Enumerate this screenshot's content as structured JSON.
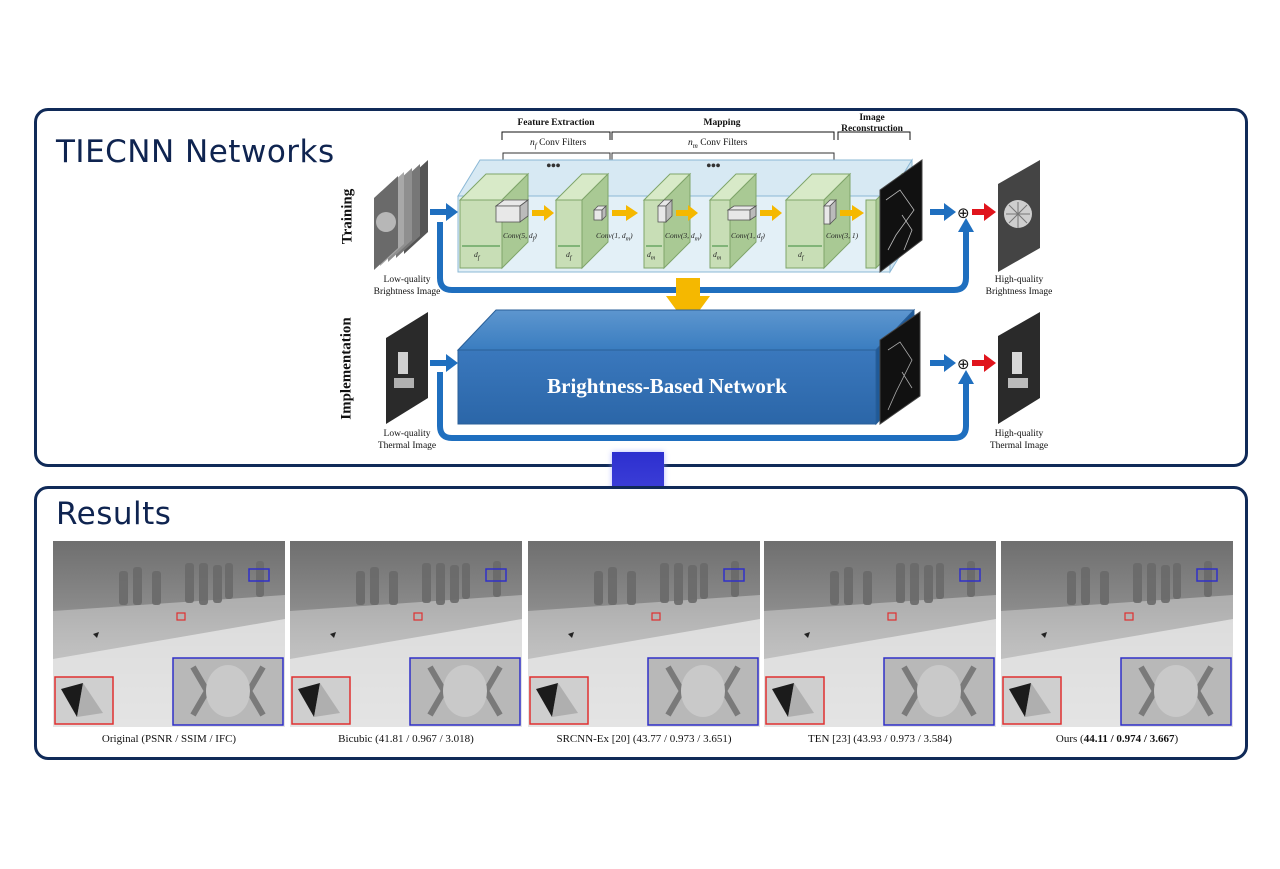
{
  "panels": {
    "top_title": "TIECNN Networks",
    "bottom_title": "Results"
  },
  "diagram": {
    "row_training": "Training",
    "row_implementation": "Implementation",
    "sections": {
      "feature_extraction": "Feature Extraction",
      "mapping": "Mapping",
      "reconstruction_1": "Image",
      "reconstruction_2": "Reconstruction"
    },
    "filters": {
      "feature": "n",
      "feature_sub": "f",
      "feature_suffix": " Conv Filters",
      "mapping": "n",
      "mapping_sub": "m",
      "mapping_suffix": " Conv Filters"
    },
    "ellipsis": "•••",
    "convs": {
      "c1": "Conv(5, d",
      "c1_sub": "f",
      "c2": "Conv(1, d",
      "c2_sub": "m",
      "c3": "Conv(3, d",
      "c3_sub": "m",
      "c4": "Conv(1, d",
      "c4_sub": "f",
      "c5": "Conv(3, 1)"
    },
    "dims": {
      "df": "d",
      "df_sub": "f",
      "dm": "d",
      "dm_sub": "m"
    },
    "labels": {
      "lq_brightness_1": "Low-quality",
      "lq_brightness_2": "Brightness Image",
      "hq_brightness_1": "High-quality",
      "hq_brightness_2": "Brightness Image",
      "lq_thermal_1": "Low-quality",
      "lq_thermal_2": "Thermal Image",
      "hq_thermal_1": "High-quality",
      "hq_thermal_2": "Thermal Image"
    },
    "network_name": "Brightness-Based Network",
    "sum_symbol": "⊕"
  },
  "results": {
    "captions": [
      {
        "prefix": "Original (PSNR / SSIM / IFC)",
        "bold": "",
        "suffix": ""
      },
      {
        "prefix": "Bicubic (41.81 / 0.967 / 3.018)",
        "bold": "",
        "suffix": ""
      },
      {
        "prefix": "SRCNN-Ex [20] (43.77 / 0.973 / 3.651)",
        "bold": "",
        "suffix": ""
      },
      {
        "prefix": "TEN [23] (43.93 / 0.973 / 3.584)",
        "bold": "",
        "suffix": ""
      },
      {
        "prefix": "Ours (",
        "bold": "44.11 / 0.974 / 3.667",
        "suffix": ")"
      }
    ]
  },
  "colors": {
    "panel_border": "#102a58",
    "title": "#0f2450",
    "block_green": "#c8deb6",
    "network_blue": "#2f6fb3",
    "arrow_blue": "#1f6fbf",
    "arrow_red": "#e0141c",
    "arrow_yellow": "#f5b800",
    "big_arrow": "#3c3fd6",
    "zoom_red": "#e03030",
    "zoom_blue": "#3030c8"
  }
}
